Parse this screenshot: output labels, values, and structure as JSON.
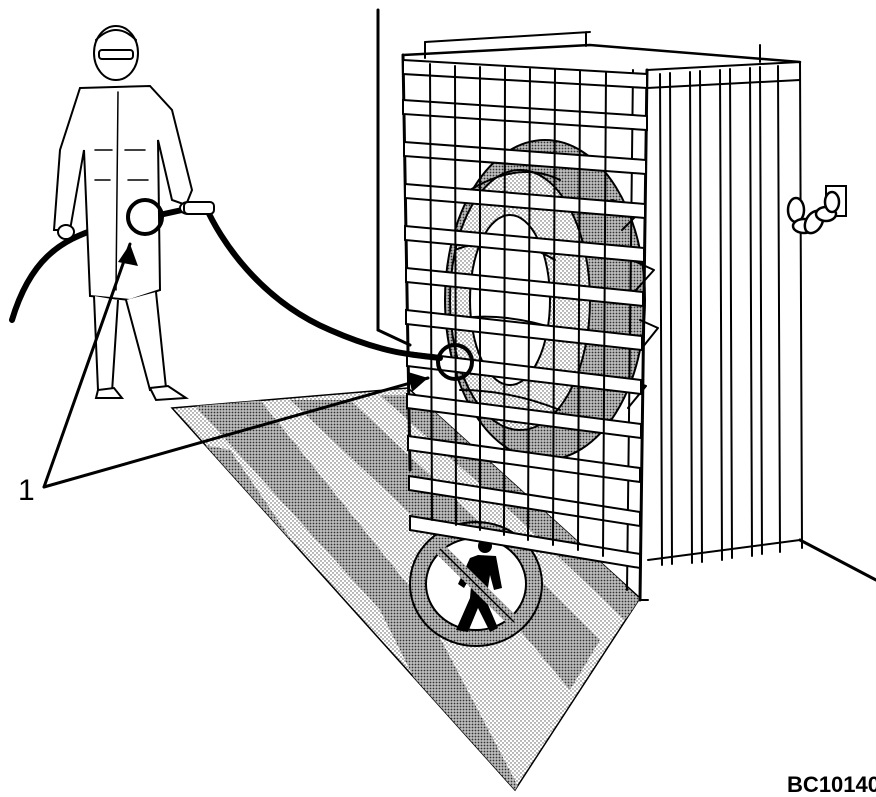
{
  "figure": {
    "callout_label": "1",
    "reference_code": "BC10140"
  },
  "colors": {
    "ink": "#000000",
    "paper": "#ffffff",
    "stipple_light": "#d6d6d6",
    "stipple_dark": "#9a9a9a"
  },
  "icons": {
    "prohibition_sign": "no-pedestrian-icon",
    "person": "technician-figure",
    "cage": "tyre-inflation-cage",
    "chain": "chain-icon"
  }
}
